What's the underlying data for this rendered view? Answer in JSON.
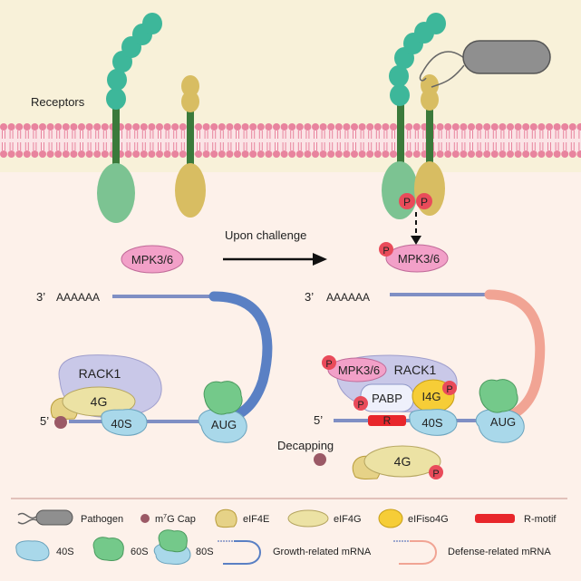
{
  "labels": {
    "receptors": "Receptors",
    "upon_challenge": "Upon challenge",
    "mpk": "MPK3/6",
    "three_prime": "3’",
    "five_prime": "5’",
    "polya": "AAAAAA",
    "rack1": "RACK1",
    "fourg": "4G",
    "forty_s": "40S",
    "aug": "AUG",
    "pabp": "PABP",
    "i4g": "I4G",
    "r": "R",
    "p": "P",
    "decapping": "Decapping"
  },
  "legend": {
    "pathogen": "Pathogen",
    "cap_prefix": "m",
    "cap_sup": "7",
    "cap_suffix": "G Cap",
    "eif4e": "eIF4E",
    "eif4g": "eIF4G",
    "eifiso4g": "eIFiso4G",
    "rmotif": "R-motif",
    "s40": "40S",
    "s60": "60S",
    "s80": "80S",
    "growth": "Growth-related mRNA",
    "defense": "Defense-related mRNA"
  },
  "colors": {
    "background": "#fdf1ea",
    "membrane_bg": "#f7f1d8",
    "membrane_head": "#e8849e",
    "receptor_teal": "#3db79a",
    "receptor_stem": "#3b7a3b",
    "receptor_green": "#6cc28a",
    "receptor_gold": "#d8bd62",
    "mpk_pink": "#f2a0c8",
    "phospho_red": "#e94b5a",
    "rack1": "#c9c8e8",
    "eif4g": "#ece2a4",
    "eif4e": "#e6d287",
    "iso4g": "#f6cd37",
    "s40": "#a9d8ea",
    "s60": "#74c98a",
    "growth_mrna": "#5a80c4",
    "defense_mrna": "#f1a494",
    "mrna_line": "#7f8fc4",
    "cap": "#9b5966",
    "rmotif": "#e8262b",
    "pathogen": "#8f8f8f"
  }
}
